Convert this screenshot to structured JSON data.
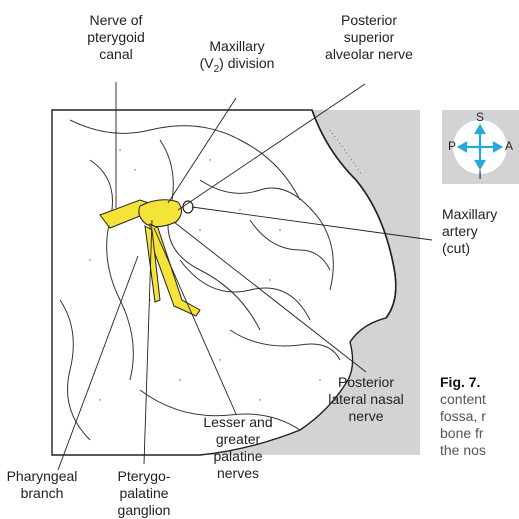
{
  "labels": {
    "nerve_pterygoid_canal": [
      "Nerve of",
      "pterygoid",
      "canal"
    ],
    "maxillary_division": [
      "Maxillary",
      "(V",
      "2",
      ") division"
    ],
    "posterior_superior_alveolar": [
      "Posterior",
      "superior",
      "alveolar nerve"
    ],
    "maxillary_artery": [
      "Maxillary",
      "artery",
      "(cut)"
    ],
    "pharyngeal_branch": [
      "Pharyngeal",
      "branch"
    ],
    "pterygopalatine_ganglion": [
      "Pterygo-",
      "palatine",
      "ganglion"
    ],
    "lesser_greater_palatine": [
      "Lesser and",
      "greater",
      "palatine",
      "nerves"
    ],
    "posterior_lateral_nasal": [
      "Posterior",
      "lateral nasal",
      "nerve"
    ]
  },
  "compass": {
    "superior": "S",
    "posterior": "P",
    "anterior": "A",
    "inferior": "I"
  },
  "caption": {
    "figure": "Fig. 7.",
    "lines": [
      "content",
      "fossa, r",
      "bone fr",
      "the nos"
    ]
  },
  "colors": {
    "nerve_yellow": "#f5e33a",
    "panel_gray": "#d3d3d6",
    "compass_arrow": "#29a6df",
    "line": "#222222"
  }
}
